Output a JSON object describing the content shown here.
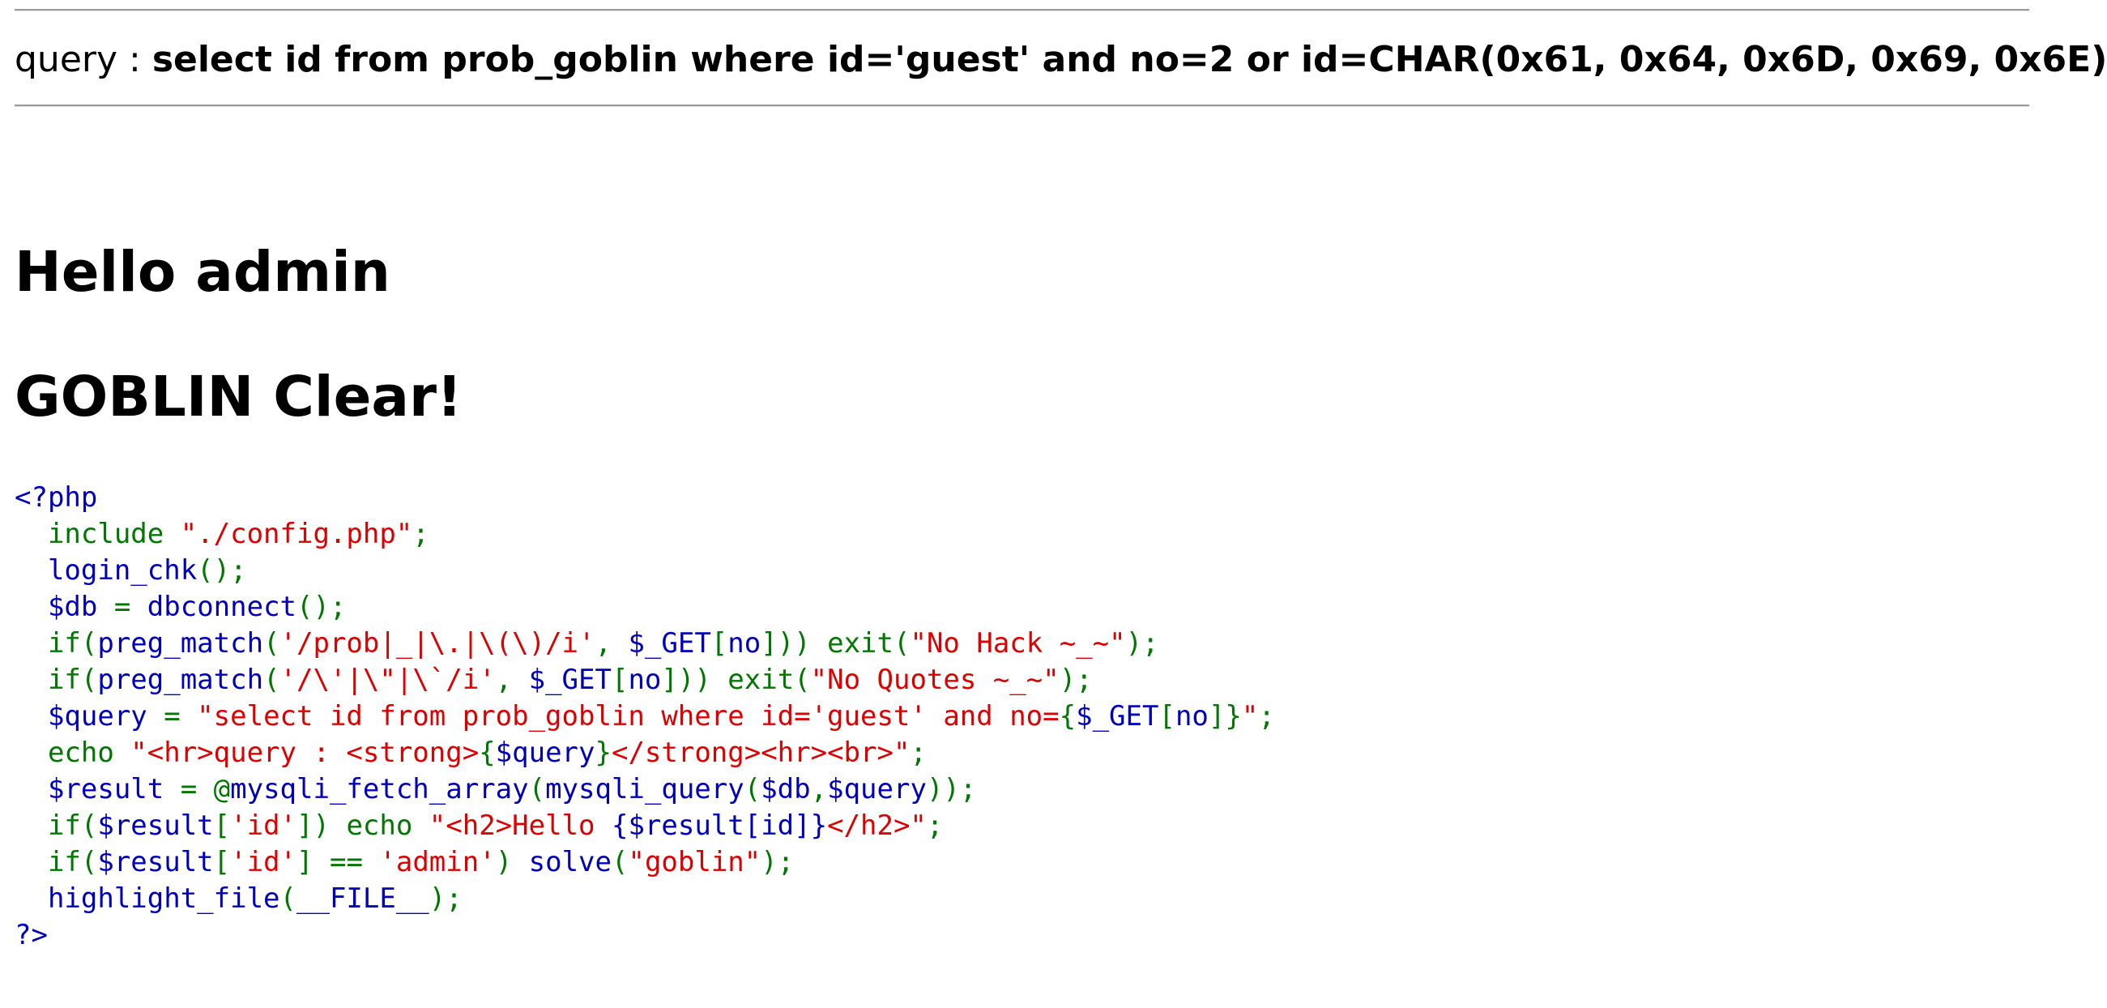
{
  "query_output": {
    "label": "query : ",
    "query": "select id from prob_goblin where id='guest' and no=2 or id=CHAR(0x61, 0x64, 0x6D, 0x69, 0x6E)"
  },
  "headings": {
    "hello": "Hello admin",
    "clear": "GOBLIN Clear!"
  },
  "colors": {
    "html": "#0000BB",
    "default": "#0000BB",
    "keyword": "#007700",
    "string": "#DD0000"
  },
  "source_code": [
    [
      [
        "html",
        "<?php"
      ]
    ],
    [
      [
        "kw",
        "  include "
      ],
      [
        "str",
        "\"./config.php\""
      ],
      [
        "kw",
        ";"
      ]
    ],
    [
      [
        "def",
        "  login_chk"
      ],
      [
        "kw",
        "();"
      ]
    ],
    [
      [
        "def",
        "  $db "
      ],
      [
        "kw",
        "= "
      ],
      [
        "def",
        "dbconnect"
      ],
      [
        "kw",
        "();"
      ]
    ],
    [
      [
        "kw",
        "  if("
      ],
      [
        "def",
        "preg_match"
      ],
      [
        "kw",
        "("
      ],
      [
        "str",
        "'/prob|_|\\.|\\(\\)/i'"
      ],
      [
        "kw",
        ", "
      ],
      [
        "def",
        "$_GET"
      ],
      [
        "kw",
        "["
      ],
      [
        "def",
        "no"
      ],
      [
        "kw",
        "])) exit("
      ],
      [
        "str",
        "\"No Hack ~_~\""
      ],
      [
        "kw",
        ");"
      ]
    ],
    [
      [
        "kw",
        "  if("
      ],
      [
        "def",
        "preg_match"
      ],
      [
        "kw",
        "("
      ],
      [
        "str",
        "'/\\'|\\\"|\\`/i'"
      ],
      [
        "kw",
        ", "
      ],
      [
        "def",
        "$_GET"
      ],
      [
        "kw",
        "["
      ],
      [
        "def",
        "no"
      ],
      [
        "kw",
        "])) exit("
      ],
      [
        "str",
        "\"No Quotes ~_~\""
      ],
      [
        "kw",
        ");"
      ]
    ],
    [
      [
        "def",
        "  $query "
      ],
      [
        "kw",
        "= "
      ],
      [
        "str",
        "\"select id from prob_goblin where id='guest' and no="
      ],
      [
        "kw",
        "{"
      ],
      [
        "def",
        "$_GET"
      ],
      [
        "kw",
        "["
      ],
      [
        "def",
        "no"
      ],
      [
        "kw",
        "]}"
      ],
      [
        "str",
        "\""
      ],
      [
        "kw",
        ";"
      ]
    ],
    [
      [
        "kw",
        "  echo "
      ],
      [
        "str",
        "\"<hr>query : <strong>"
      ],
      [
        "kw",
        "{"
      ],
      [
        "def",
        "$query"
      ],
      [
        "kw",
        "}"
      ],
      [
        "str",
        "</strong><hr><br>\""
      ],
      [
        "kw",
        ";"
      ]
    ],
    [
      [
        "def",
        "  $result "
      ],
      [
        "kw",
        "= @"
      ],
      [
        "def",
        "mysqli_fetch_array"
      ],
      [
        "kw",
        "("
      ],
      [
        "def",
        "mysqli_query"
      ],
      [
        "kw",
        "("
      ],
      [
        "def",
        "$db"
      ],
      [
        "kw",
        ","
      ],
      [
        "def",
        "$query"
      ],
      [
        "kw",
        "));"
      ]
    ],
    [
      [
        "kw",
        "  if("
      ],
      [
        "def",
        "$result"
      ],
      [
        "kw",
        "["
      ],
      [
        "str",
        "'id'"
      ],
      [
        "kw",
        "]) echo "
      ],
      [
        "str",
        "\"<h2>Hello "
      ],
      [
        "def",
        "{$result[id]}"
      ],
      [
        "str",
        "</h2>\""
      ],
      [
        "kw",
        ";"
      ]
    ],
    [
      [
        "kw",
        "  if("
      ],
      [
        "def",
        "$result"
      ],
      [
        "kw",
        "["
      ],
      [
        "str",
        "'id'"
      ],
      [
        "kw",
        "] == "
      ],
      [
        "str",
        "'admin'"
      ],
      [
        "kw",
        ") "
      ],
      [
        "def",
        "solve"
      ],
      [
        "kw",
        "("
      ],
      [
        "str",
        "\"goblin\""
      ],
      [
        "kw",
        ");"
      ]
    ],
    [
      [
        "def",
        "  highlight_file"
      ],
      [
        "kw",
        "("
      ],
      [
        "def",
        "__FILE__"
      ],
      [
        "kw",
        ");"
      ]
    ],
    [
      [
        "html",
        "?>"
      ]
    ]
  ]
}
